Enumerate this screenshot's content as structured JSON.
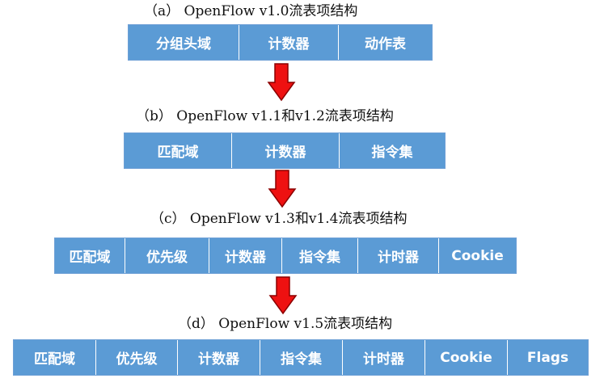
{
  "colors": {
    "cell_fill": "#5b9bd5",
    "cell_text": "#ffffff",
    "arrow_fill": "#ee1111",
    "arrow_stroke": "#8b0000"
  },
  "diagram": {
    "sections": [
      {
        "title": "（a） OpenFlow v1.0流表项结构",
        "fields": [
          "分组头域",
          "计数器",
          "动作表"
        ]
      },
      {
        "title": "（b） OpenFlow v1.1和v1.2流表项结构",
        "fields": [
          "匹配域",
          "计数器",
          "指令集"
        ]
      },
      {
        "title": "（c） OpenFlow v1.3和v1.4流表项结构",
        "fields": [
          "匹配域",
          "优先级",
          "计数器",
          "指令集",
          "计时器",
          "Cookie"
        ]
      },
      {
        "title": "（d） OpenFlow v1.5流表项结构",
        "fields": [
          "匹配域",
          "优先级",
          "计数器",
          "指令集",
          "计时器",
          "Cookie",
          "Flags"
        ]
      }
    ]
  }
}
